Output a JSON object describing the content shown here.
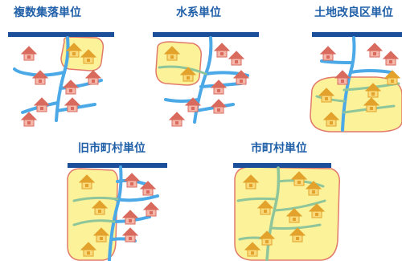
{
  "panels": [
    {
      "title": "複数集落単位"
    },
    {
      "title": "水系単位"
    },
    {
      "title": "土地改良区単位"
    },
    {
      "title": "旧市町村単位"
    },
    {
      "title": "市町村単位"
    }
  ],
  "colors": {
    "title": "#1f5fa8",
    "road": "#1b4f9a",
    "river": "#4aa9e6",
    "canal": "#8fc59a",
    "area_fill": "#fbf29a",
    "area_border": "#e27a6b",
    "house_red_roof": "#d96a5e",
    "house_red_wall": "#f5b7a9",
    "house_yellow_roof": "#e2a22b",
    "house_yellow_wall": "#f9d97a"
  },
  "icons": {
    "house": "house-icon"
  }
}
